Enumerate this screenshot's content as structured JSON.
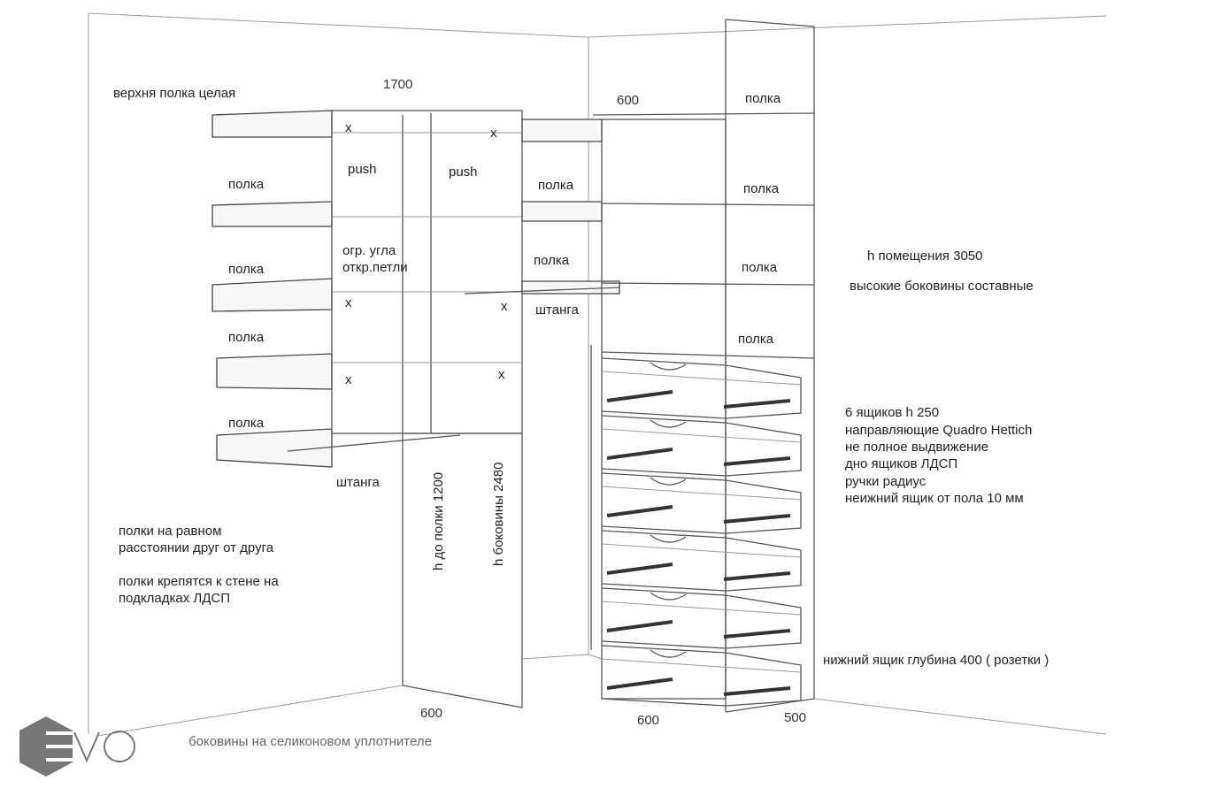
{
  "dimensions": {
    "top_width": "1700",
    "corner_width": "600",
    "floor_left": "600",
    "floor_tower": "600",
    "floor_depth": "500"
  },
  "labels": {
    "top_shelf": "верхня полка целая",
    "shelf": "полка",
    "push": "push",
    "corner_limit_1": "огр. угла",
    "corner_limit_2": "откр.петли",
    "rod": "штанга",
    "cross": "x",
    "h_to_shelf": "h до полки  1200",
    "h_side": "h боковины 2480",
    "room_height": "h помещения 3050",
    "tall_sides": "высокие  боковины составные",
    "drawers_notes": [
      "6 ящиков  h 250",
      "направляющие Quadro Hettich",
      "не полное выдвижение",
      "дно ящиков ЛДСП",
      "ручки радиус",
      "неижний ящик от пола 10 мм"
    ],
    "bottom_drawer": "нижний ящик глубина 400  ( розетки )",
    "shelves_note": [
      "полки на равном",
      "расстоянии друг от друга",
      "полки крепятся  к стене  на",
      "подкладках ЛДСП"
    ],
    "sides_note": "боковины на селиконовом  уплотнителе"
  },
  "logo": {
    "text": "EVO",
    "color": "#777777"
  }
}
